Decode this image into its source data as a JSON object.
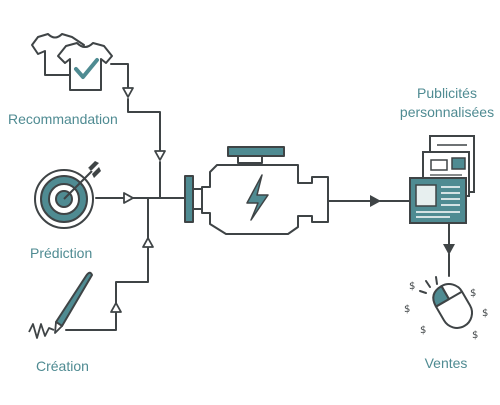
{
  "labels": {
    "recommandation": "Recommandation",
    "prediction": "Prédiction",
    "creation": "Création",
    "ads_line1": "Publicités",
    "ads_line2": "personnalisées",
    "sales": "Ventes"
  },
  "icons": {
    "recommandation": "tshirts-check-icon",
    "prediction": "target-dart-icon",
    "creation": "pen-signature-icon",
    "engine": "engine-lightning-icon",
    "ads": "documents-ads-icon",
    "sales": "mouse-dollar-icon"
  },
  "colors": {
    "stroke": "#3f4446",
    "accent": "#4f8b92",
    "accent_fill": "#4f8b92",
    "light_fill": "#f3f5f5"
  }
}
